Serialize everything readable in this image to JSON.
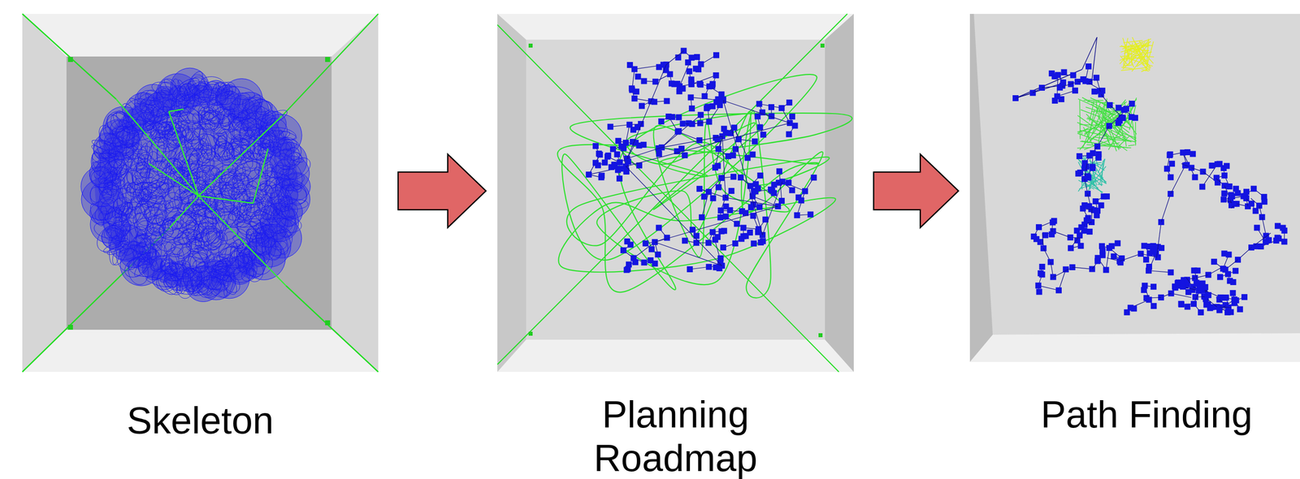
{
  "diagram": {
    "nodes": [
      {
        "text": [
          "Skeleton"
        ]
      },
      {
        "text": [
          "Planning Roadmap"
        ]
      },
      {
        "text": [
          "Path Finding"
        ]
      }
    ],
    "edges": [
      {
        "from": 0,
        "to": 1,
        "arrow": "to"
      },
      {
        "from": 1,
        "to": 2,
        "arrow": "to"
      }
    ]
  }
}
